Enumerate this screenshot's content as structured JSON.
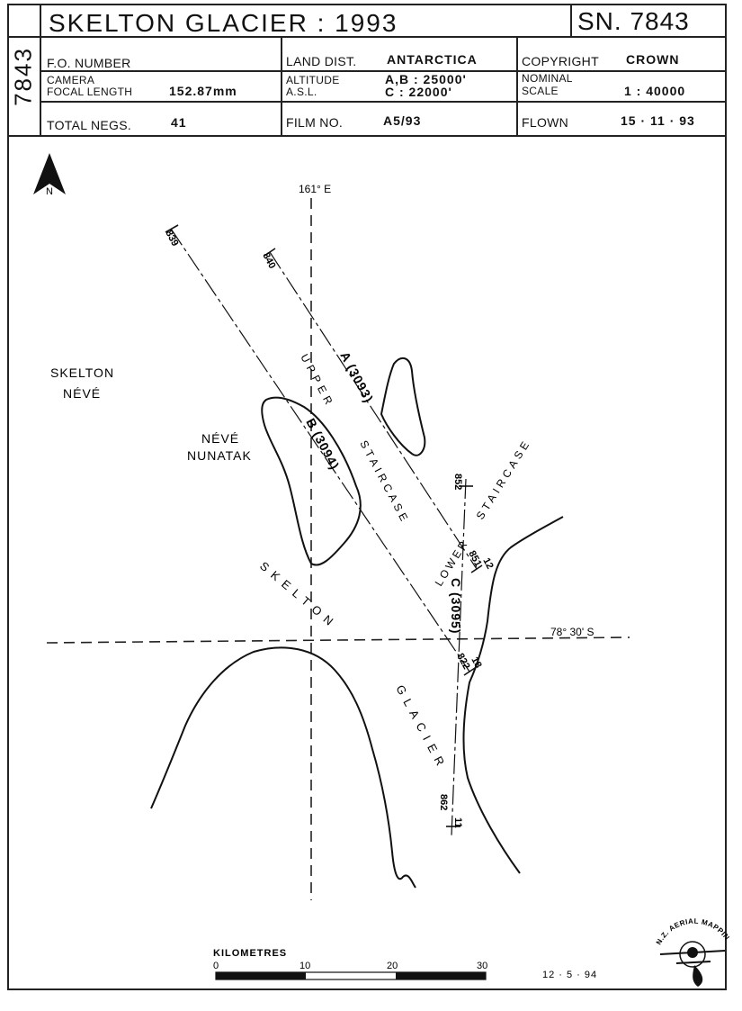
{
  "header": {
    "side_code": "7843",
    "title": "SKELTON  GLACIER : 1993",
    "sn": "SN. 7843",
    "fo_number_label": "F.O. NUMBER",
    "land_dist_label": "LAND DIST.",
    "land_dist_value": "ANTARCTICA",
    "copyright_label": "COPYRIGHT",
    "copyright_value": "CROWN",
    "camera_label": "CAMERA",
    "focal_length_label": "FOCAL LENGTH",
    "focal_length_value": "152.87mm",
    "altitude_label": "ALTITUDE",
    "asl_label": "A.S.L.",
    "altitude_ab": "A,B : 25000'",
    "altitude_c": "C : 22000'",
    "nominal_label": "NOMINAL",
    "scale_label": "SCALE",
    "scale_value": "1 : 40000",
    "total_negs_label": "TOTAL NEGS.",
    "total_negs_value": "41",
    "film_no_label": "FILM NO.",
    "film_no_value": "A5/93",
    "flown_label": "FLOWN",
    "flown_value": "15 · 11 · 93"
  },
  "map": {
    "north_label": "N",
    "meridian_label": "161° E",
    "parallel_label": "78° 30' S",
    "place_names": {
      "skelton_neve_1": "SKELTON",
      "skelton_neve_2": "NÉVÉ",
      "neve_nunatak_1": "NÉVÉ",
      "neve_nunatak_2": "NUNATAK",
      "upper": "UPPER",
      "staircase_upper": "STAIRCASE",
      "staircase_lower": "STAIRCASE",
      "lower": "LOWER",
      "skelton": "SKELTON",
      "glacier": "GLACIER"
    },
    "runs": [
      {
        "id": "A",
        "label": "A (3093)",
        "start_frame": "840",
        "end_frame": "851",
        "end_tick": "12"
      },
      {
        "id": "B",
        "label": "B (3094)",
        "start_frame": "839",
        "end_frame": "822",
        "end_tick": "18"
      },
      {
        "id": "C",
        "label": "C (3095)",
        "start_frame": "852",
        "end_frame": "862",
        "end_tick": "11"
      }
    ],
    "scale_bar": {
      "title": "KILOMETRES",
      "ticks": [
        "0",
        "10",
        "20",
        "30"
      ]
    },
    "date": "12 · 5 · 94",
    "logo_text": "N.Z. AERIAL MAPPING LTD."
  }
}
